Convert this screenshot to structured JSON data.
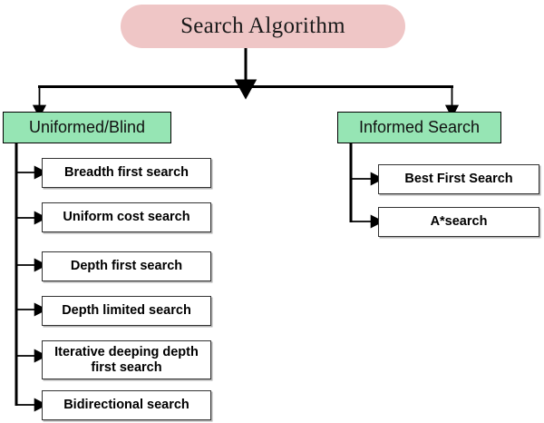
{
  "diagram": {
    "title": "Search Algorithm",
    "colors": {
      "root_fill": "#efc6c6",
      "category_fill": "#96e5b4",
      "leaf_fill": "#ffffff",
      "stroke": "#000000",
      "background": "#ffffff"
    },
    "root": {
      "label": "Search Algorithm"
    },
    "branches": [
      {
        "id": "uninformed",
        "label": "Uniformed/Blind",
        "children": [
          {
            "label": "Breadth first search"
          },
          {
            "label": "Uniform cost search"
          },
          {
            "label": "Depth first search"
          },
          {
            "label": "Depth limited search"
          },
          {
            "label": "Iterative deeping depth first search"
          },
          {
            "label": "Bidirectional search"
          }
        ]
      },
      {
        "id": "informed",
        "label": "Informed Search",
        "children": [
          {
            "label": "Best First Search"
          },
          {
            "label": "A*search"
          }
        ]
      }
    ]
  }
}
